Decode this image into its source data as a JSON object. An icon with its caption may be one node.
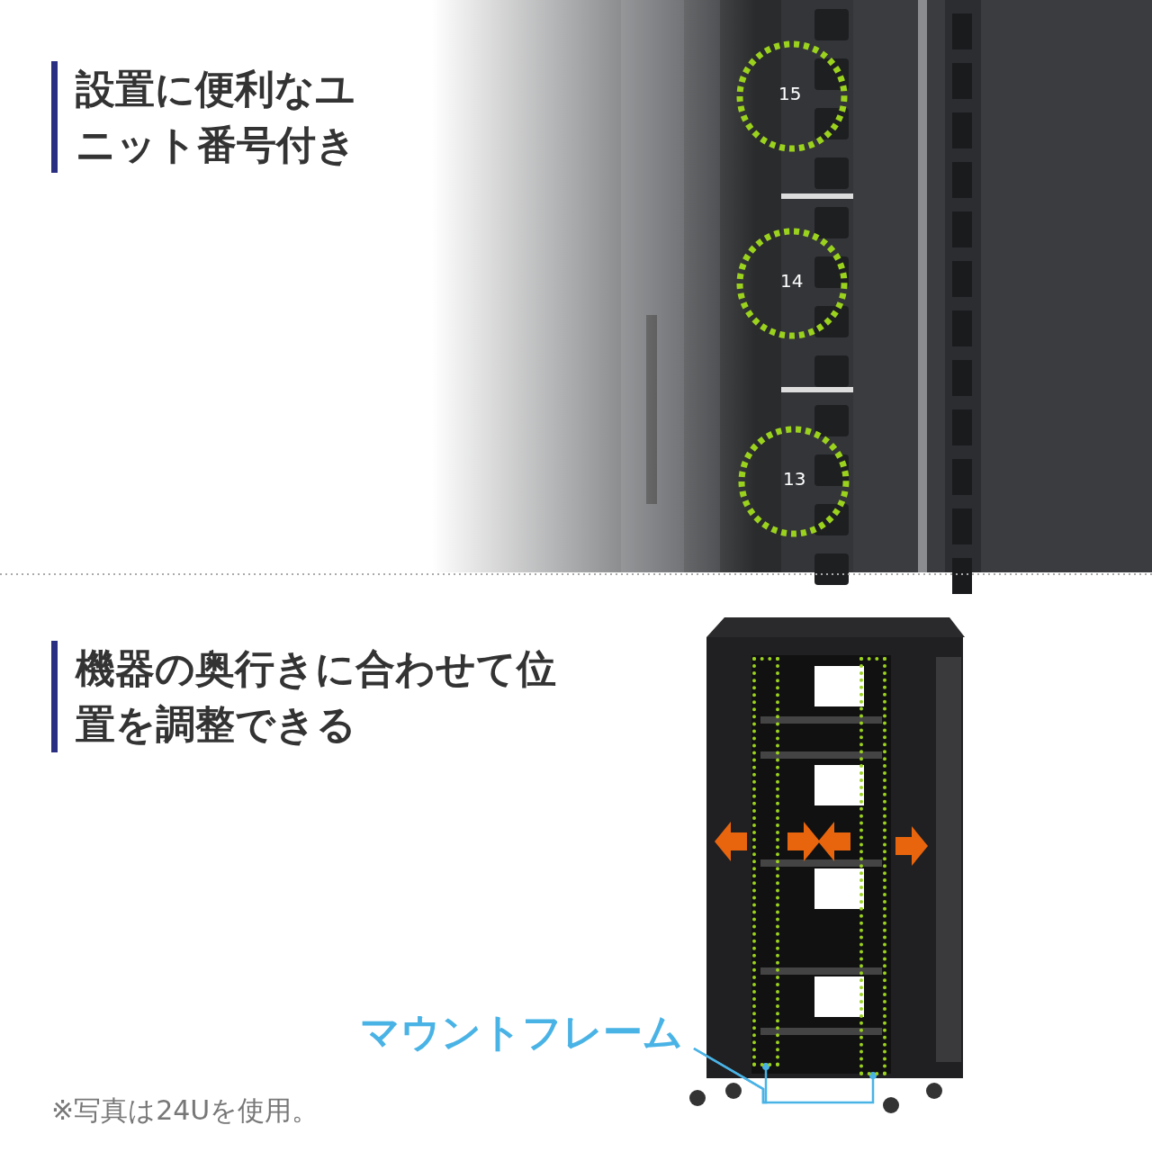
{
  "diagram": {
    "nodes": [
      {
        "text": [
          "マウントフレーム"
        ]
      },
      {
        "text": [],
        "shape": "box"
      },
      {
        "text": [],
        "shape": "box"
      }
    ],
    "edges": [
      {
        "from": 0,
        "to": 1,
        "arrow": "other"
      },
      {
        "from": 0,
        "to": 2,
        "arrow": "other"
      }
    ],
    "labels": [
      "設置に便利なユニット番号付き",
      "15",
      "14",
      "13",
      "機器の奥行きに合わせて位置を調整できる",
      "※写真は24Uを使用。"
    ]
  }
}
